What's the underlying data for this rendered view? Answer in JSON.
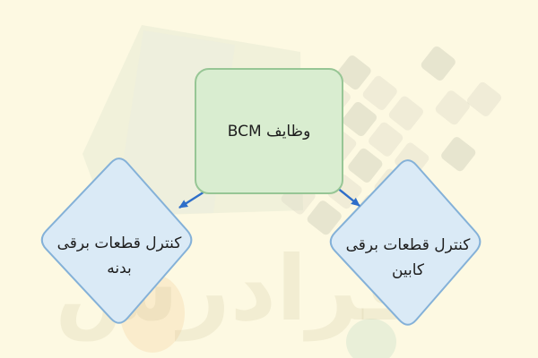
{
  "diagram": {
    "nodes": {
      "bcm": {
        "label": "وظایف BCM",
        "shape": "rounded-rect"
      },
      "body": {
        "label": "کنترل قطعات برقی بدنه",
        "lines": [
          "کنترل قطعات برقی",
          "بدنه"
        ],
        "shape": "diamond"
      },
      "cabin": {
        "label": "کنترل قطعات برقی کابین",
        "lines": [
          "کنترل قطعات برقی",
          "کابین"
        ],
        "shape": "diamond"
      }
    },
    "edges": [
      {
        "from": "bcm",
        "to": "body"
      },
      {
        "from": "bcm",
        "to": "cabin"
      }
    ]
  },
  "watermark": {
    "brand": "فرادرس"
  },
  "colors": {
    "canvas-bg": "#fdf9e2",
    "node-fill": "#d9edd0",
    "node-border": "#97c695",
    "diamond-fill": "#daeaf6",
    "diamond-border": "#84b1d8",
    "arrow": "#2e6ec9",
    "text": "#1e1e1e",
    "wm-text": "rgba(196,184,140,0.18)",
    "wm-shape": "rgba(222,229,207,0.40)",
    "wm-shape2": "rgba(235,238,224,0.50)",
    "wm-cell": "rgba(215,213,195,0.35)",
    "wm-cell-dark": "rgba(205,203,185,0.45)",
    "wm-orange": "rgba(235,160,70,0.14)",
    "wm-teal": "rgba(100,175,155,0.13)"
  }
}
